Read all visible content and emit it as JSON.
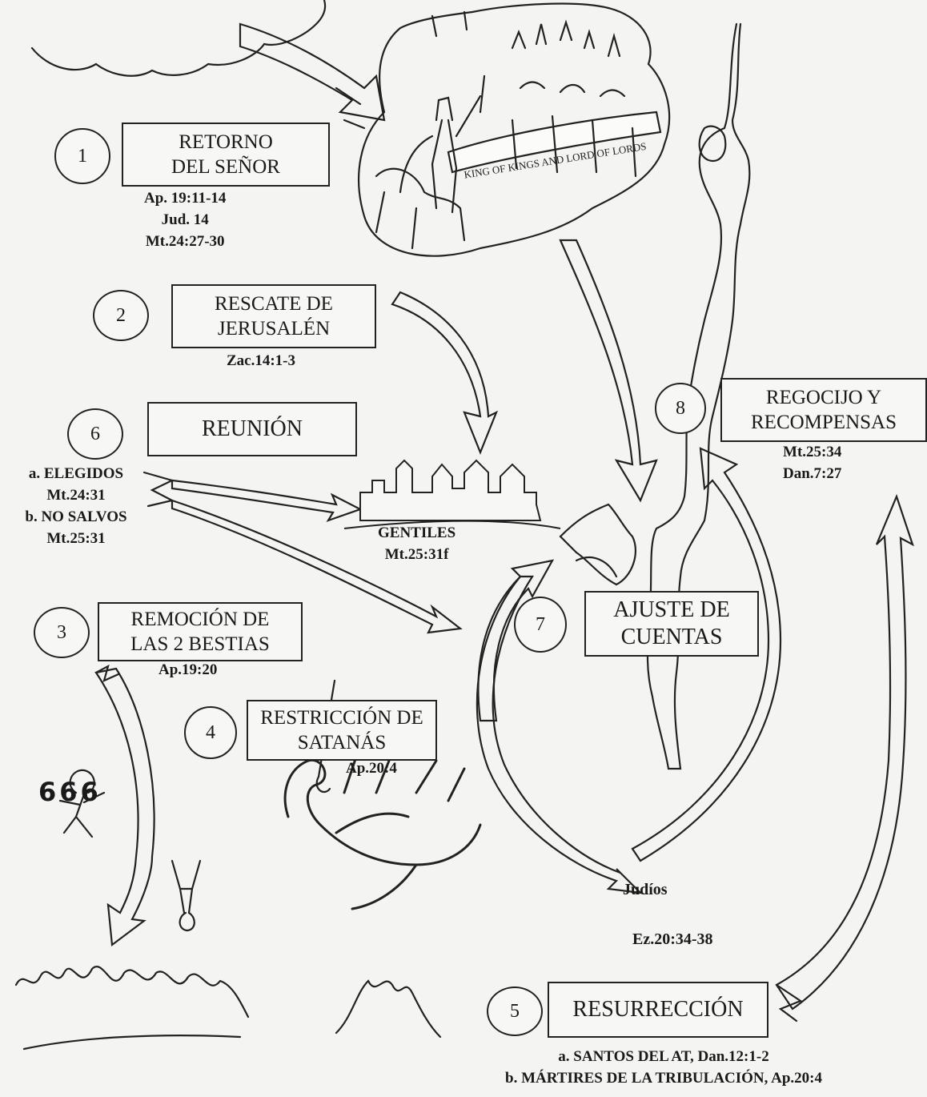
{
  "steps": [
    {
      "number": "1",
      "title_1": "RETORNO",
      "title_2": "DEL SEÑOR",
      "refs": [
        "Ap. 19:11-14",
        "Jud. 14",
        "Mt.24:27-30"
      ]
    },
    {
      "number": "2",
      "title_1": "RESCATE DE",
      "title_2": "JERUSALÉN",
      "refs": [
        "Zac.14:1-3"
      ]
    },
    {
      "number": "6",
      "title_1": "REUNIÓN"
    },
    {
      "number": "3",
      "title_1": "REMOCIÓN DE",
      "title_2": "LAS 2 BESTIAS",
      "refs": [
        "Ap.19:20"
      ]
    },
    {
      "number": "4",
      "title_1": "RESTRICCIÓN DE",
      "title_2": "SATANÁS",
      "refs": [
        "Ap.20:4"
      ]
    },
    {
      "number": "7",
      "title_1": "AJUSTE DE",
      "title_2": "CUENTAS"
    },
    {
      "number": "8",
      "title_1": "REGOCIJO Y",
      "title_2": "RECOMPENSAS",
      "refs": [
        "Mt.25:34",
        "Dan.7:27"
      ]
    },
    {
      "number": "5",
      "title_1": "RESURRECCIÓN",
      "refs": [
        "a. SANTOS DEL AT, Dan.12:1-2",
        "b. MÁRTIRES DE LA TRIBULACIÓN, Ap.20:4"
      ]
    }
  ],
  "reunion_groups": [
    "a. ELEGIDOS",
    "Mt.24:31",
    "b. NO SALVOS",
    "Mt.25:31"
  ],
  "gentiles": {
    "label": "GENTILES",
    "ref": "Mt.25:31f"
  },
  "judios": {
    "label": "Judíos",
    "ref": "Ez.20:34-38"
  },
  "banner_text": "KING OF KINGS AND LORD OF LORDS",
  "beast_mark": "666"
}
